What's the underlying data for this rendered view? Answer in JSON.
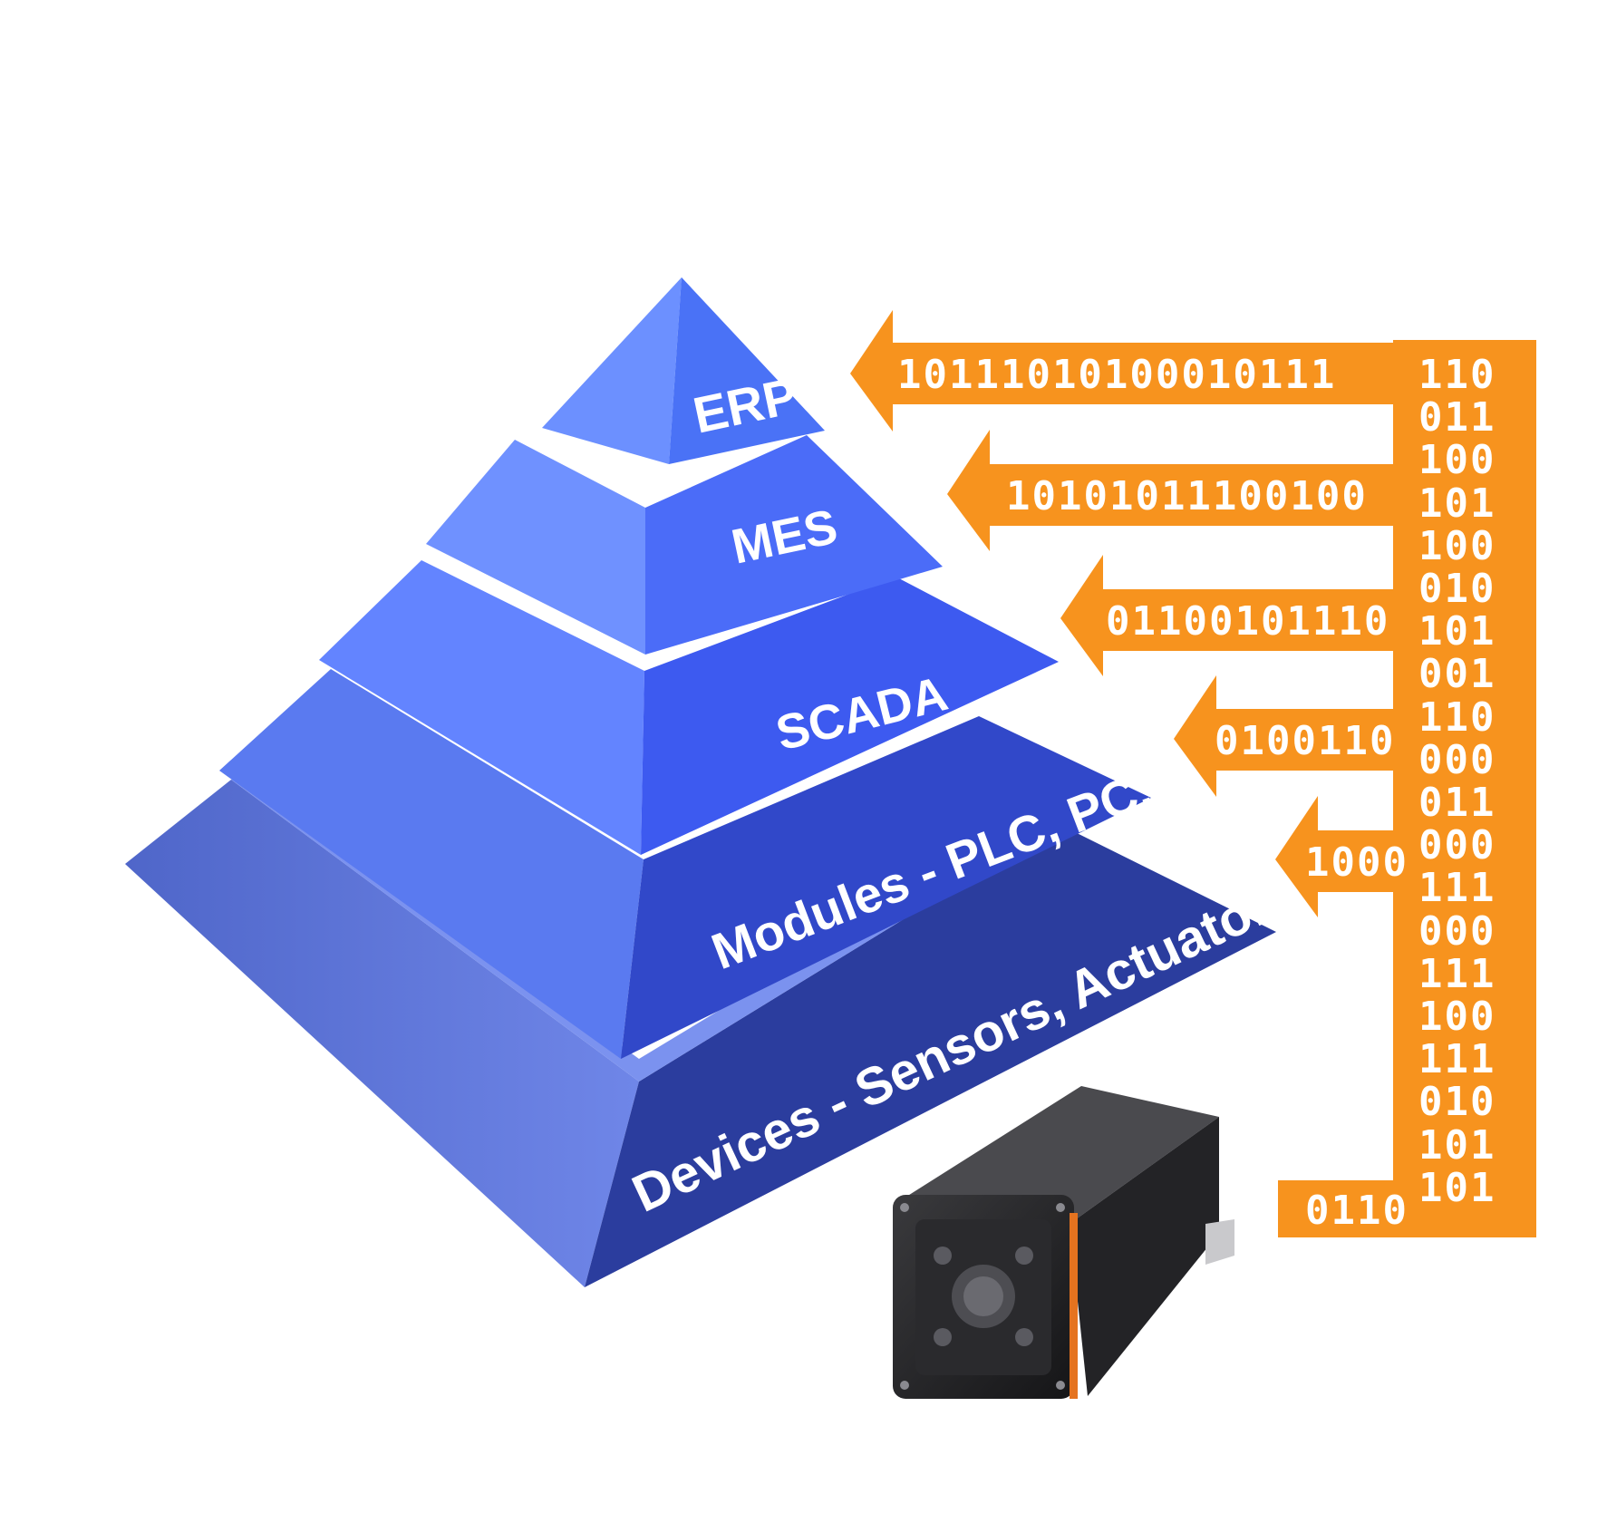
{
  "pyramid": {
    "levels": [
      {
        "label": "ERP"
      },
      {
        "label": "MES"
      },
      {
        "label": "SCADA"
      },
      {
        "label": "Modules - PLC, PC, PID"
      },
      {
        "label": "Devices - Sensors, Actuators, Hardware"
      }
    ],
    "colors": {
      "face_light": "#5b84ff",
      "face_dark": "#2c3faa",
      "side": "#6f83dd",
      "top": "#7d98ff"
    }
  },
  "data_flow": {
    "color": "#f7931e",
    "arrow_bits": [
      "10111010100010111",
      "10101011100100",
      "01100101110",
      "0100110",
      "1000"
    ],
    "column_bits": [
      "110",
      "011",
      "100",
      "101",
      "100",
      "010",
      "101",
      "001",
      "110",
      "000",
      "011",
      "000",
      "111",
      "000",
      "111",
      "100",
      "111",
      "010",
      "101",
      "101"
    ],
    "bottom_row_bits": "0110"
  },
  "device": {
    "icon": "vision-sensor-camera-icon"
  }
}
